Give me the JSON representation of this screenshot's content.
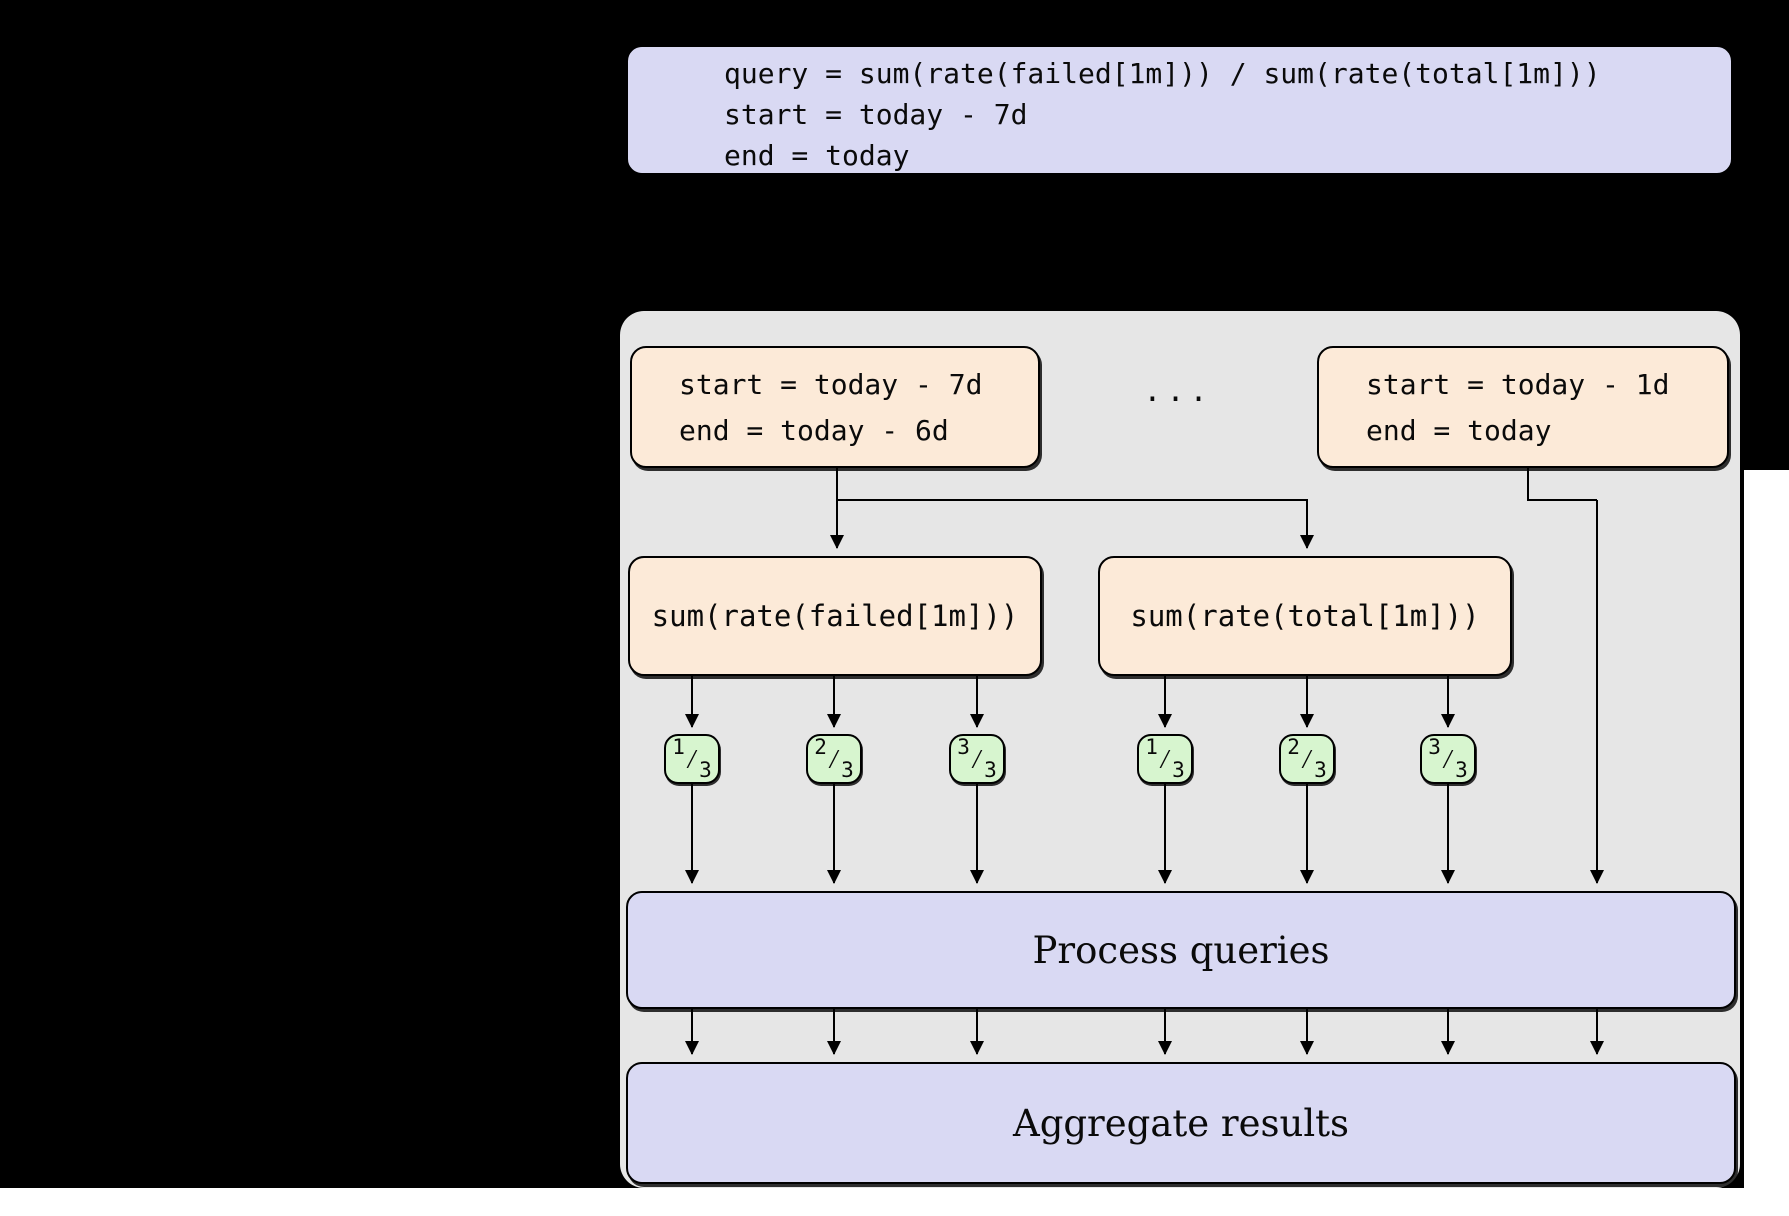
{
  "figure": {
    "query_box": {
      "lines": [
        "query = sum(rate(failed[1m])) / sum(rate(total[1m]))",
        "start = today - 7d",
        "end = today"
      ]
    },
    "shard_panel": {
      "range_boxes": [
        {
          "lines": [
            "start = today - 7d",
            "end = today - 6d"
          ]
        },
        {
          "lines": [
            "start = today - 1d",
            "end = today"
          ]
        }
      ],
      "ellipsis": "...",
      "fraction_slash": "⁄",
      "legs": [
        {
          "label": "sum(rate(failed[1m]))",
          "shards": [
            {
              "num": "1",
              "den": "3"
            },
            {
              "num": "2",
              "den": "3"
            },
            {
              "num": "3",
              "den": "3"
            }
          ]
        },
        {
          "label": "sum(rate(total[1m]))",
          "shards": [
            {
              "num": "1",
              "den": "3"
            },
            {
              "num": "2",
              "den": "3"
            },
            {
              "num": "3",
              "den": "3"
            }
          ]
        }
      ],
      "process_label": "Process queries",
      "aggregate_label": "Aggregate results"
    }
  },
  "colors": {
    "bg-page": "#ffffff",
    "bg-black": "#000000",
    "panel": "#e6e6e6",
    "lavender": "#d9d9f3",
    "peach": "#fcead8",
    "green": "#d7f5cf",
    "line": "#000000",
    "ink": "#0a0a0a"
  }
}
